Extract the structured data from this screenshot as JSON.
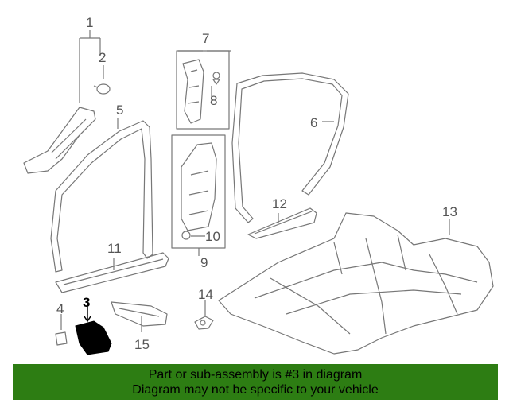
{
  "callouts": {
    "c1": "1",
    "c2": "2",
    "c3": "3",
    "c4": "4",
    "c5": "5",
    "c6": "6",
    "c7": "7",
    "c8": "8",
    "c9": "9",
    "c10": "10",
    "c11": "11",
    "c12": "12",
    "c13": "13",
    "c14": "14",
    "c15": "15"
  },
  "highlight_part": "3",
  "banner": {
    "line1": "Part or sub-assembly is #3 in diagram",
    "line2": "Diagram may not be specific to your vehicle"
  },
  "colors": {
    "banner": "#2d7d13",
    "line": "#777777",
    "highlight": "#000000"
  }
}
